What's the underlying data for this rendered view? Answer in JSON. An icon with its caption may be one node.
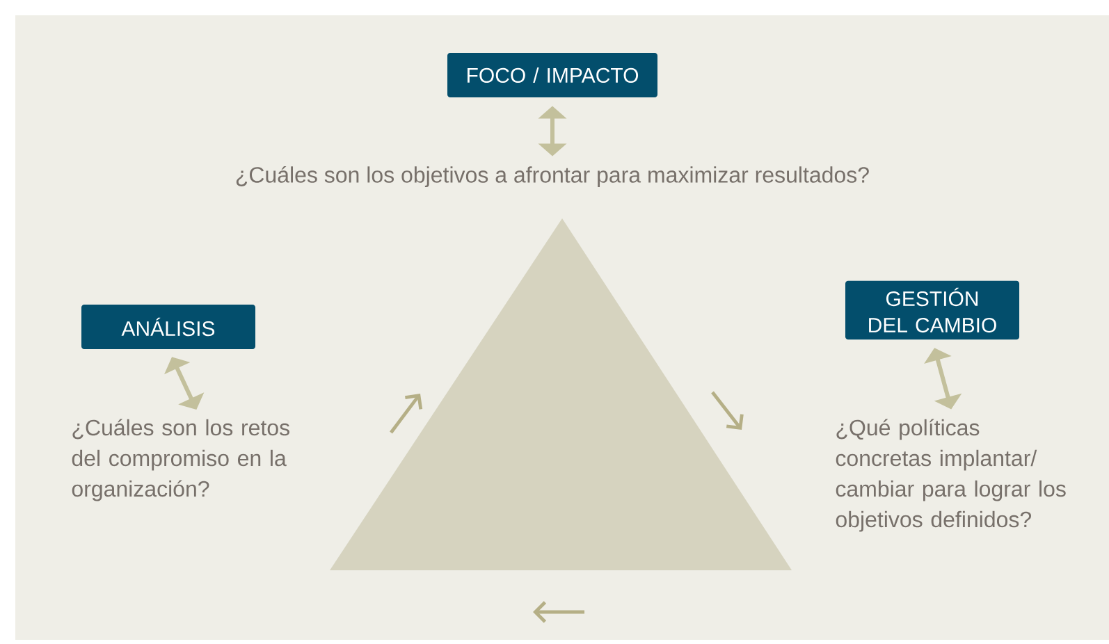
{
  "diagram": {
    "nodes": [
      {
        "text": [
          "FOCO / IMPACTO"
        ]
      },
      {
        "text": [
          "¿Cuáles son los objetivos a afrontar para maximizar resultados?"
        ]
      },
      {
        "text": [
          "ANÁLISIS"
        ]
      },
      {
        "text": [
          "¿Cuáles son los retos del compromiso en la organización?"
        ]
      },
      {
        "text": [
          "GESTIÓN DEL CAMBIO"
        ]
      },
      {
        "text": [
          "¿Qué políticas concretas implantar/ cambiar para lograr los objetivos definidos?"
        ]
      },
      {
        "text": [],
        "shape": "triangle"
      }
    ],
    "edges": [
      {
        "from": 0,
        "to": 1,
        "arrow": "both"
      },
      {
        "from": 2,
        "to": 3,
        "arrow": "both"
      },
      {
        "from": 4,
        "to": 5,
        "arrow": "both"
      }
    ]
  }
}
